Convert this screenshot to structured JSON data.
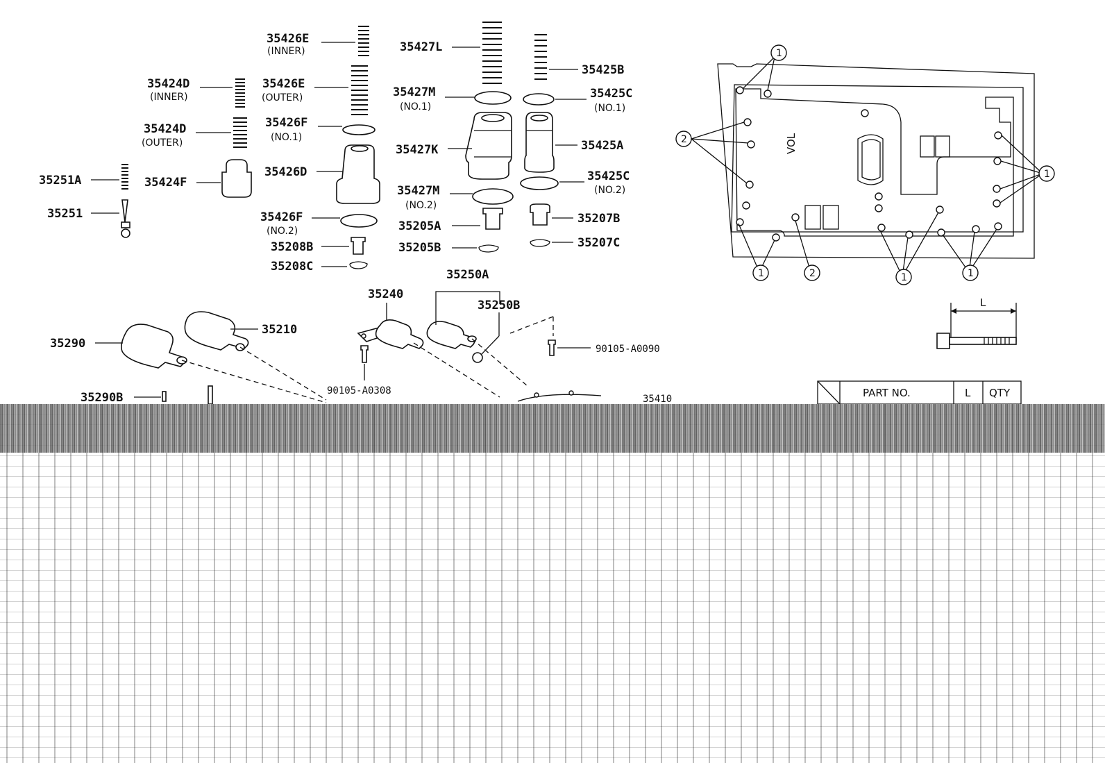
{
  "parts": {
    "p35426E_inner": "35426E",
    "p35426E_inner_sub": "(INNER)",
    "p35426E_outer": "35426E",
    "p35426E_outer_sub": "(OUTER)",
    "p35426F_no1": "35426F",
    "p35426F_no1_sub": "(NO.1)",
    "p35426D": "35426D",
    "p35426F_no2": "35426F",
    "p35426F_no2_sub": "(NO.2)",
    "p35208B": "35208B",
    "p35208C": "35208C",
    "p35424D_inner": "35424D",
    "p35424D_inner_sub": "(INNER)",
    "p35424D_outer": "35424D",
    "p35424D_outer_sub": "(OUTER)",
    "p35424F": "35424F",
    "p35251A": "35251A",
    "p35251": "35251",
    "p35427L": "35427L",
    "p35427M_no1": "35427M",
    "p35427M_no1_sub": "(NO.1)",
    "p35427K": "35427K",
    "p35427M_no2": "35427M",
    "p35427M_no2_sub": "(NO.2)",
    "p35205A": "35205A",
    "p35205B": "35205B",
    "p35425B": "35425B",
    "p35425C_no1": "35425C",
    "p35425C_no1_sub": "(NO.1)",
    "p35425A": "35425A",
    "p35425C_no2": "35425C",
    "p35425C_no2_sub": "(NO.2)",
    "p35207B": "35207B",
    "p35207C": "35207C",
    "p35250A": "35250A",
    "p35250B": "35250B",
    "p35240": "35240",
    "p35210": "35210",
    "p35290": "35290",
    "p90105_A0308": "90105-A0308",
    "p90105_A0090": "90105-A0090",
    "p35290B": "35290B",
    "p35410": "35410"
  },
  "callouts": {
    "c1": "1",
    "c2": "2"
  },
  "bolt": {
    "length_label": "L"
  },
  "table": {
    "col_part": "PART NO.",
    "col_len": "L",
    "col_qty": "QTY"
  },
  "plate_marking": "VOL"
}
